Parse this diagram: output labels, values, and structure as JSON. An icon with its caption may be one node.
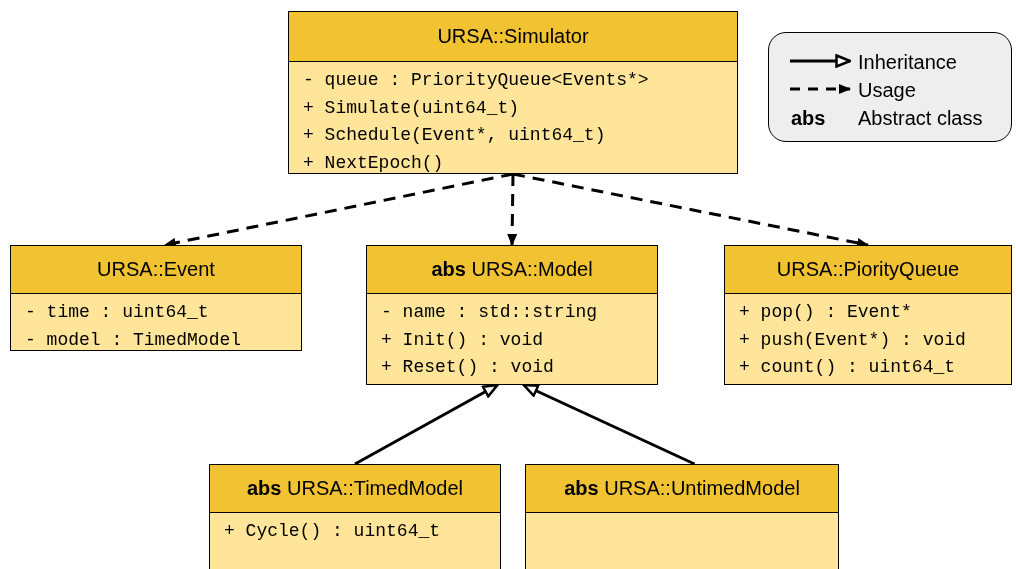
{
  "diagram": {
    "nodes": [
      {
        "text": [
          "URSA::Simulator",
          "- queue : PriorityQueue<Events*>",
          "+ Simulate(uint64_t)",
          "+ Schedule(Event*, uint64_t)",
          "+ NextEpoch()"
        ]
      },
      {
        "text": [
          "URSA::Event",
          "- time : uint64_t",
          "- model : TimedModel"
        ]
      },
      {
        "text": [
          "**abs** URSA::Model",
          "- name : std::string",
          "+ Init() : void",
          "+ Reset() : void"
        ]
      },
      {
        "text": [
          "URSA::PiorityQueue",
          "+ pop() : Event*",
          "+ push(Event*) : void",
          "+ count() : uint64_t"
        ]
      },
      {
        "text": [
          "**abs** URSA::TimedModel",
          "+ Cycle() : uint64_t"
        ]
      },
      {
        "text": [
          "**abs** URSA::UntimedModel"
        ]
      }
    ],
    "edges": [
      {
        "from": 0,
        "to": 1,
        "arrow": "to",
        "style": "dashed"
      },
      {
        "from": 0,
        "to": 2,
        "arrow": "to",
        "style": "dashed"
      },
      {
        "from": 0,
        "to": 3,
        "arrow": "to",
        "style": "dashed"
      },
      {
        "from": 4,
        "to": 2,
        "arrow": "to"
      },
      {
        "from": 5,
        "to": 2,
        "arrow": "to"
      }
    ],
    "labels": [
      "abs"
    ],
    "legend": [
      {
        "text": "Inheritance"
      },
      {
        "text": "Usage"
      },
      {
        "text": "Abstract class"
      }
    ]
  }
}
